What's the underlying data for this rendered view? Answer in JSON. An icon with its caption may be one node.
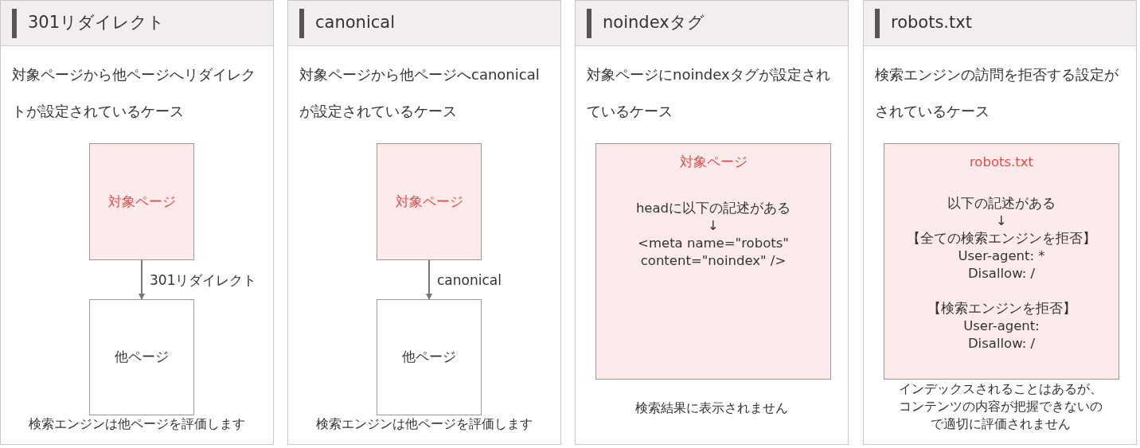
{
  "diagram": {
    "nodes": [
      {
        "text": [
          "301リダイレクト",
          "対象ページから他ページへリダイレクトが設定されているケース",
          "検索エンジンは他ページを評価します"
        ]
      },
      {
        "text": [
          "対象ページ"
        ],
        "in": 0
      },
      {
        "text": [
          "他ページ"
        ],
        "in": 0
      },
      {
        "text": [
          "canonical",
          "対象ページから他ページへcanonicalが設定されているケース",
          "検索エンジンは他ページを評価します"
        ]
      },
      {
        "text": [
          "対象ページ"
        ],
        "in": 3
      },
      {
        "text": [
          "他ページ"
        ],
        "in": 3
      },
      {
        "text": [
          "noindexタグ",
          "対象ページにnoindexタグが設定されているケース",
          "検索結果に表示されません"
        ]
      },
      {
        "text": [
          "対象ページ",
          "headに以下の記述がある",
          "↓",
          "<meta name=\"robots\" content=\"noindex\" />"
        ],
        "in": 6
      },
      {
        "text": [
          "robots.txt",
          "検索エンジンの訪問を拒否する設定がされているケース",
          "インデックスされることはあるが、コンテンツの内容が把握できないので適切に評価されません"
        ]
      },
      {
        "text": [
          "robots.txt",
          "以下の記述がある",
          "↓",
          "【全ての検索エンジンを拒否】",
          "User-agent: *",
          "Disallow: /",
          "【検索エンジンを拒否】",
          "User-agent:",
          "Disallow: /"
        ],
        "in": 8
      }
    ],
    "edges": [
      {
        "from": 1,
        "to": 2,
        "arrow": "to",
        "label": "301リダイレクト"
      },
      {
        "from": 4,
        "to": 5,
        "arrow": "to",
        "label": "canonical"
      }
    ]
  }
}
